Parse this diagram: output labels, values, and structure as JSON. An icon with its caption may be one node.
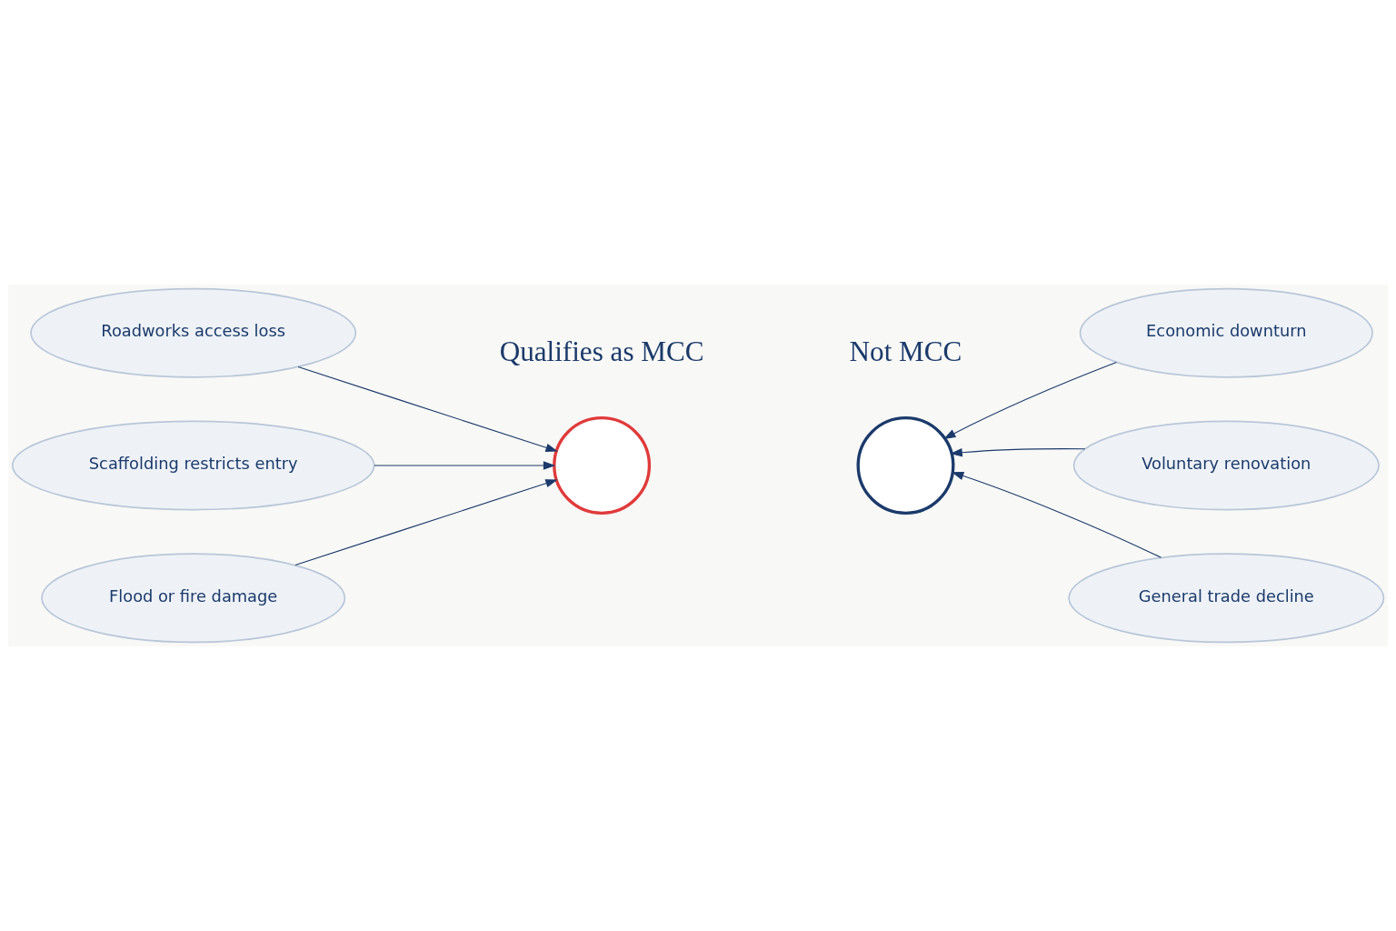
{
  "diagram": {
    "nodes": [
      {
        "text": [
          "Roadworks access loss"
        ]
      },
      {
        "text": [
          "Scaffolding restricts entry"
        ]
      },
      {
        "text": [
          "Flood or fire damage"
        ]
      },
      {
        "text": [],
        "shape": "circle"
      },
      {
        "text": [
          "Economic downturn"
        ]
      },
      {
        "text": [
          "Voluntary renovation"
        ]
      },
      {
        "text": [
          "General trade decline"
        ]
      },
      {
        "text": [],
        "shape": "circle"
      }
    ],
    "edges": [
      {
        "from": 0,
        "to": 3,
        "arrow": "to"
      },
      {
        "from": 1,
        "to": 3,
        "arrow": "to"
      },
      {
        "from": 2,
        "to": 3,
        "arrow": "to"
      },
      {
        "from": 4,
        "to": 7,
        "arrow": "to"
      },
      {
        "from": 5,
        "to": 7,
        "arrow": "to"
      },
      {
        "from": 6,
        "to": 7,
        "arrow": "to"
      }
    ],
    "labels": [
      "Qualifies as MCC",
      "Not MCC"
    ]
  }
}
